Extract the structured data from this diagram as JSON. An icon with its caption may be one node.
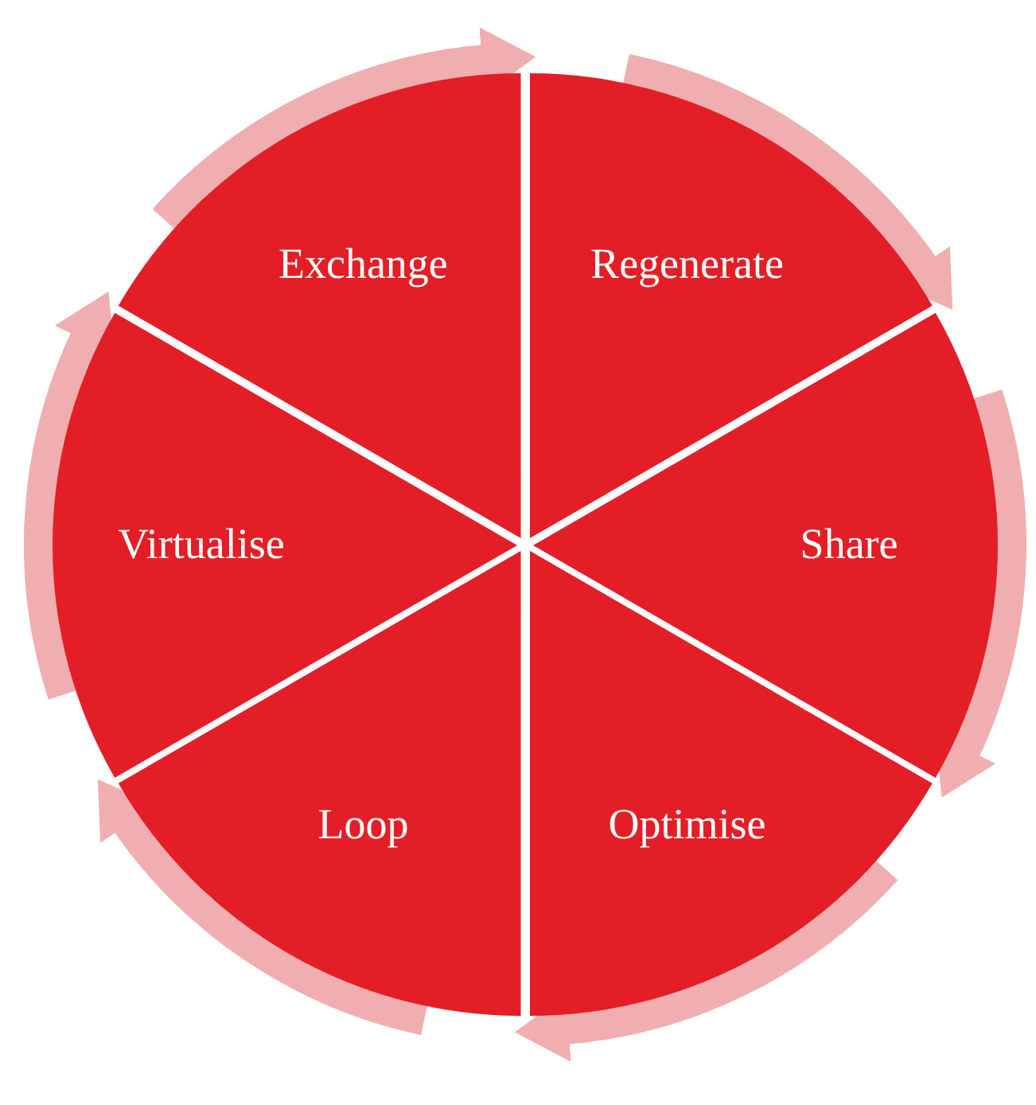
{
  "diagram": {
    "nodes": [
      {
        "text": [
          "Exchange"
        ]
      },
      {
        "text": [
          "Regenerate"
        ]
      },
      {
        "text": [
          "Virtualise"
        ]
      },
      {
        "text": [
          "Share"
        ]
      },
      {
        "text": [
          "Loop"
        ]
      },
      {
        "text": [
          "Optimise"
        ]
      }
    ],
    "edges": [
      {
        "from": 0,
        "to": 1,
        "arrow": "to"
      },
      {
        "from": 1,
        "to": 3,
        "arrow": "to"
      },
      {
        "from": 3,
        "to": 5,
        "arrow": "to"
      },
      {
        "from": 5,
        "to": 4,
        "arrow": "to"
      },
      {
        "from": 4,
        "to": 2,
        "arrow": "to"
      },
      {
        "from": 2,
        "to": 0,
        "arrow": "to"
      }
    ]
  }
}
